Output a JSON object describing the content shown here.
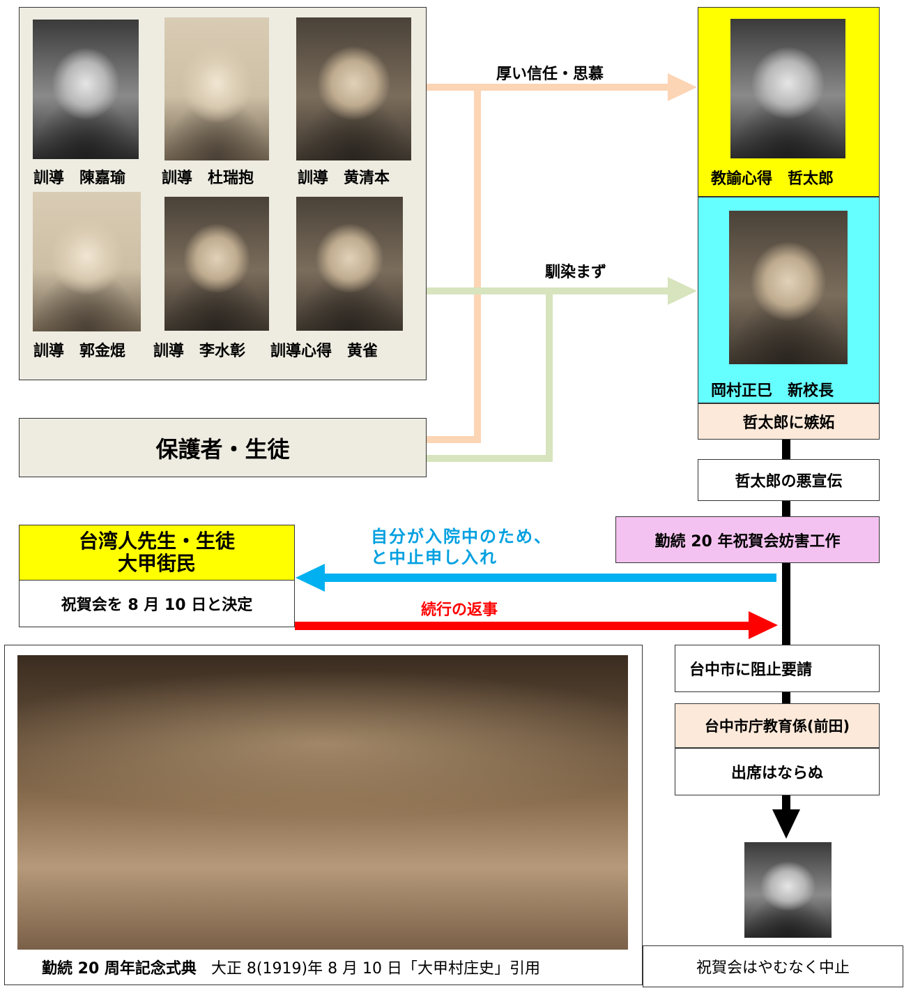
{
  "teachers": [
    {
      "label": "訓導　陳嘉瑜"
    },
    {
      "label": "訓導　杜瑞抱"
    },
    {
      "label": "訓導　黄清本"
    },
    {
      "label": "訓導　郭金焜"
    },
    {
      "label": "訓導　李水彰"
    },
    {
      "label": "訓導心得　黄雀"
    }
  ],
  "guardians_label": "保護者・生徒",
  "arrow_labels": {
    "trust": "厚い信任・思慕",
    "not_familiar": "馴染まず",
    "hospital": "自分が入院中のため、と中止申し入れ",
    "continue": "続行の返事"
  },
  "right_column": {
    "tetsutaro": "教諭心得　哲太郎",
    "okamura": "岡村正巳　新校長",
    "jealousy": "哲太郎に嫉妬",
    "slander": "哲太郎の悪宣伝",
    "obstruction": "勤続 20 年祝賀会妨害工作",
    "request": "台中市に阻止要請",
    "education_office": "台中市庁教育係(前田)",
    "no_attendance": "出席はならぬ",
    "cancelled": "祝賀会はやむなく中止"
  },
  "taiwan_box": {
    "header_line1": "台湾人先生・生徒",
    "header_line2": "大甲街民",
    "decision": "祝賀会を 8 月 10 日と決定"
  },
  "group_photo_caption_bold": "勤続 20 周年記念式典",
  "group_photo_caption_rest": "大正 8(1919)年 8 月 10 日「大甲村庄史」引用",
  "colors": {
    "peach": "#fcd5b5",
    "green": "#d7e4bd",
    "blue": "#00b0f0",
    "red": "#ff0000",
    "yellow": "#ffff00",
    "cyan": "#66ffff",
    "pink": "#f4c2f0",
    "panel_bg": "#eeece1",
    "light_peach": "#fde9d9",
    "caption_blue": "#00a0e0"
  }
}
